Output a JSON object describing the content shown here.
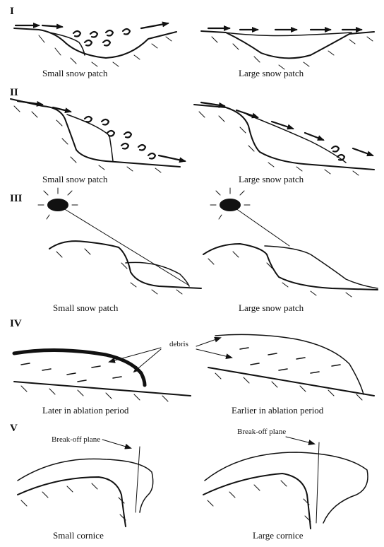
{
  "panels": [
    {
      "numeral": "I",
      "left_caption": "Small snow patch",
      "right_caption": "Large snow patch"
    },
    {
      "numeral": "II",
      "left_caption": "Small snow patch",
      "right_caption": "Large snow patch"
    },
    {
      "numeral": "III",
      "left_caption": "Small snow patch",
      "right_caption": "Large snow patch"
    },
    {
      "numeral": "IV",
      "left_caption": "Later in ablation period",
      "right_caption": "Earlier in ablation period",
      "label": "debris"
    },
    {
      "numeral": "V",
      "left_caption": "Small cornice",
      "right_caption": "Large cornice",
      "left_label": "Break-off plane",
      "right_label": "Break-off plane"
    }
  ],
  "colors": {
    "ink": "#111111",
    "background": "#ffffff"
  }
}
